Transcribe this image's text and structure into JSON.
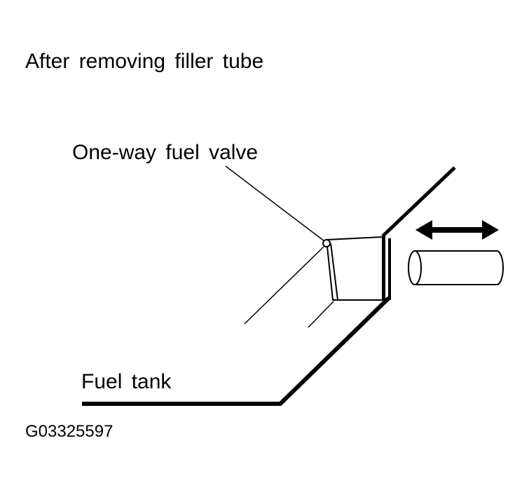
{
  "diagram": {
    "title": "After removing filler tube",
    "labels": {
      "one_way_valve": "One-way fuel valve",
      "fuel_tank": "Fuel tank"
    },
    "figure_id": "G03325597"
  }
}
